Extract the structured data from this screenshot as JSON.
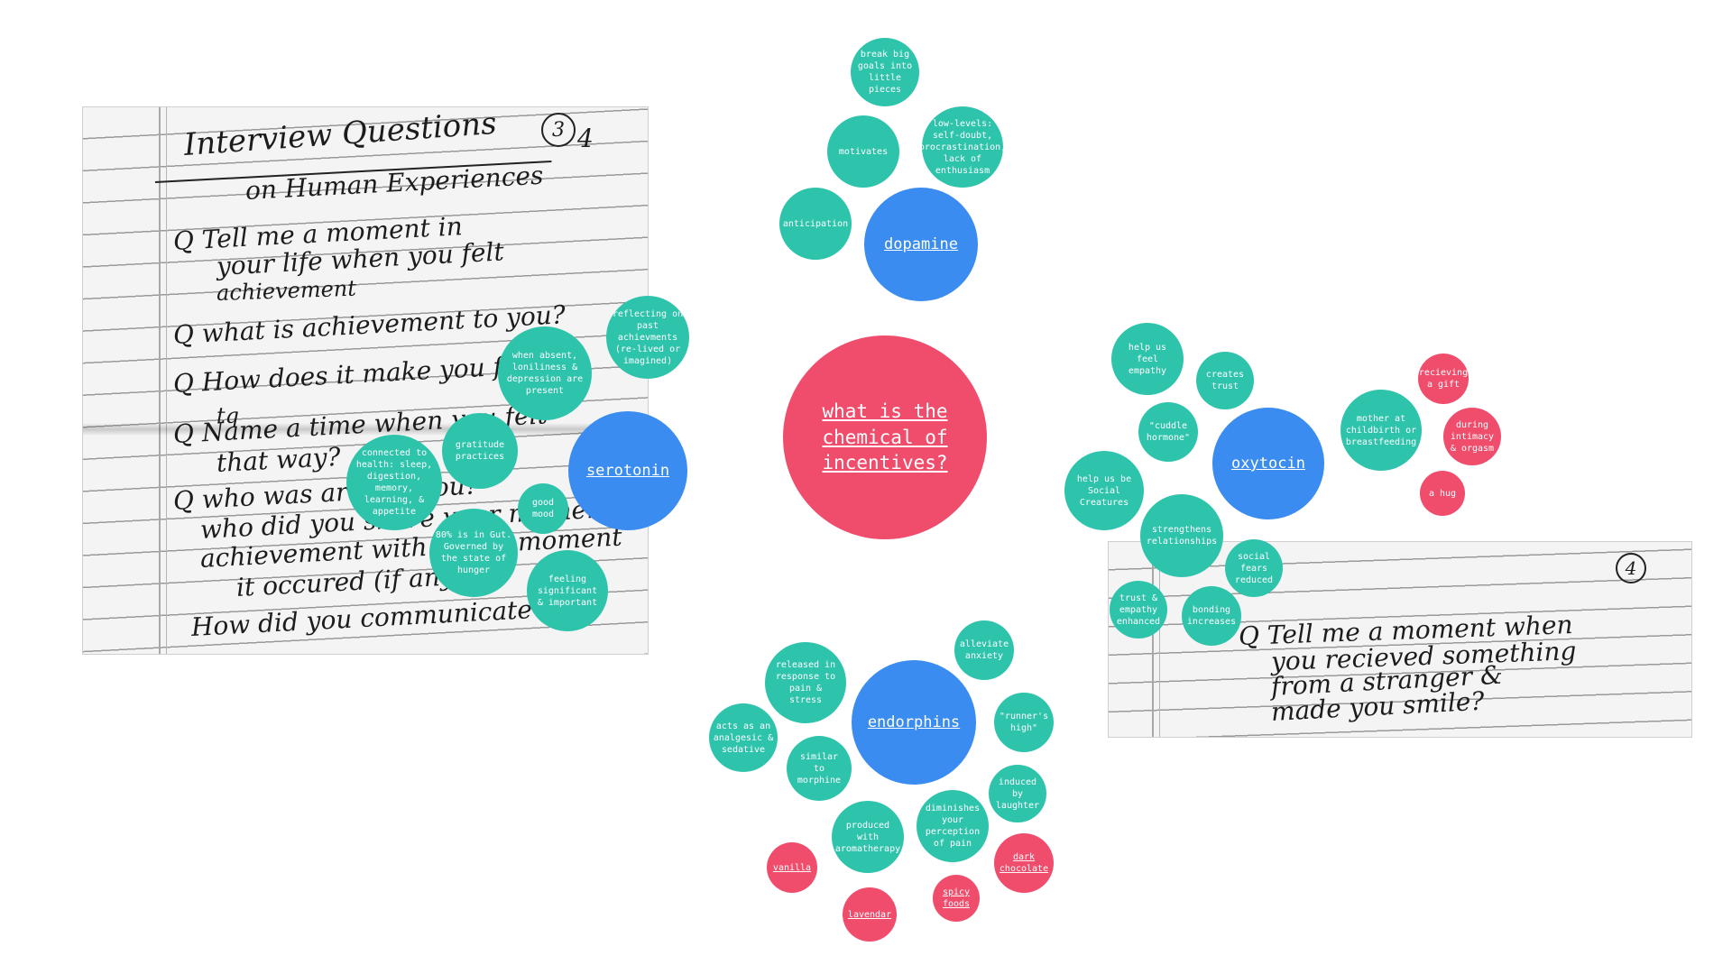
{
  "center": {
    "label": "what is the chemical of incentives?"
  },
  "papers": {
    "left": {
      "page_number": "3",
      "corner_number": "4",
      "title": "Interview Questions",
      "subtitle": "on Human Experiences",
      "q1_a": "Q  Tell me a moment in",
      "q1_b": "your life when you felt",
      "q1_c": "achievement",
      "q2": "Q  what is achievement to you?",
      "q3": "Q  How does it make you feel?",
      "q3_mark": "tq",
      "q4_a": "Q  Name a time when you felt",
      "q4_b": "that way?",
      "q5_a": "Q  who was around you?",
      "q5_b": "who did you share your moment",
      "q5_c": "achievement with at the moment",
      "q5_d": "it occured (if any)?",
      "q6": "How did you communicate it?"
    },
    "right": {
      "page_number": "4",
      "q_a": "Q  Tell me a moment when",
      "q_b": "you recieved something",
      "q_c": "from a stranger &",
      "q_d": "made you smile?"
    }
  },
  "dopamine": {
    "label": "dopamine",
    "items": [
      "break big goals into little pieces",
      "motivates",
      "low-levels: self-doubt, procrastination, lack of enthusiasm",
      "anticipation"
    ]
  },
  "serotonin": {
    "label": "serotonin",
    "items": [
      "reflecting on past achievments (re-lived or imagined)",
      "when absent, loniliness & depression are present",
      "gratitude practices",
      "connected to health: sleep, digestion, memory, learning, & appetite",
      "good mood",
      "80% is in Gut. Governed by the state of hunger",
      "feeling significant & important"
    ]
  },
  "oxytocin": {
    "label": "oxytocin",
    "items": [
      "help us feel empathy",
      "creates trust",
      "\"cuddle hormone\"",
      "help us be Social Creatures",
      "strengthens relationships",
      "social fears reduced",
      "trust & empathy enhanced",
      "bonding increases",
      "mother at childbirth or breastfeeding"
    ],
    "triggers": [
      "recieving a gift",
      "during intimacy & orgasm",
      "a hug"
    ]
  },
  "endorphins": {
    "label": "endorphins",
    "items": [
      "released in response to pain & stress",
      "alleviate anxiety",
      "\"runner's high\"",
      "acts as an analgesic & sedative",
      "similar to morphine",
      "induced by laughter",
      "diminishes your perception of pain",
      "produced with aromatherapy"
    ],
    "triggers": [
      "vanilla",
      "dark chocolate",
      "spicy foods",
      "lavendar"
    ]
  },
  "colors": {
    "teal": "#2ec4ac",
    "pink": "#f04d6c",
    "blue": "#3a8cf0"
  }
}
